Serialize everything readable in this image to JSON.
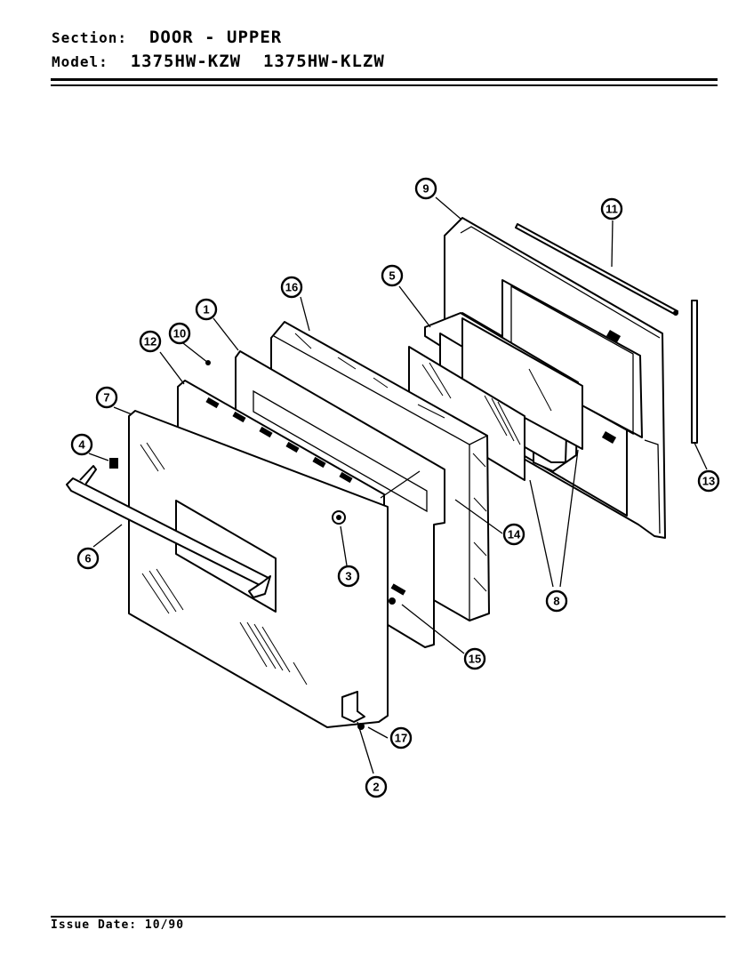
{
  "header": {
    "section_label": "Section:",
    "section_value": "DOOR - UPPER",
    "model_label": "Model:",
    "model_value": "1375HW-KZW  1375HW-KLZW"
  },
  "callouts": [
    "1",
    "2",
    "3",
    "4",
    "5",
    "6",
    "7",
    "8",
    "9",
    "10",
    "11",
    "12",
    "13",
    "14",
    "15",
    "16",
    "17",
    "8"
  ],
  "footer": {
    "issue_date": "Issue Date: 10/90"
  }
}
